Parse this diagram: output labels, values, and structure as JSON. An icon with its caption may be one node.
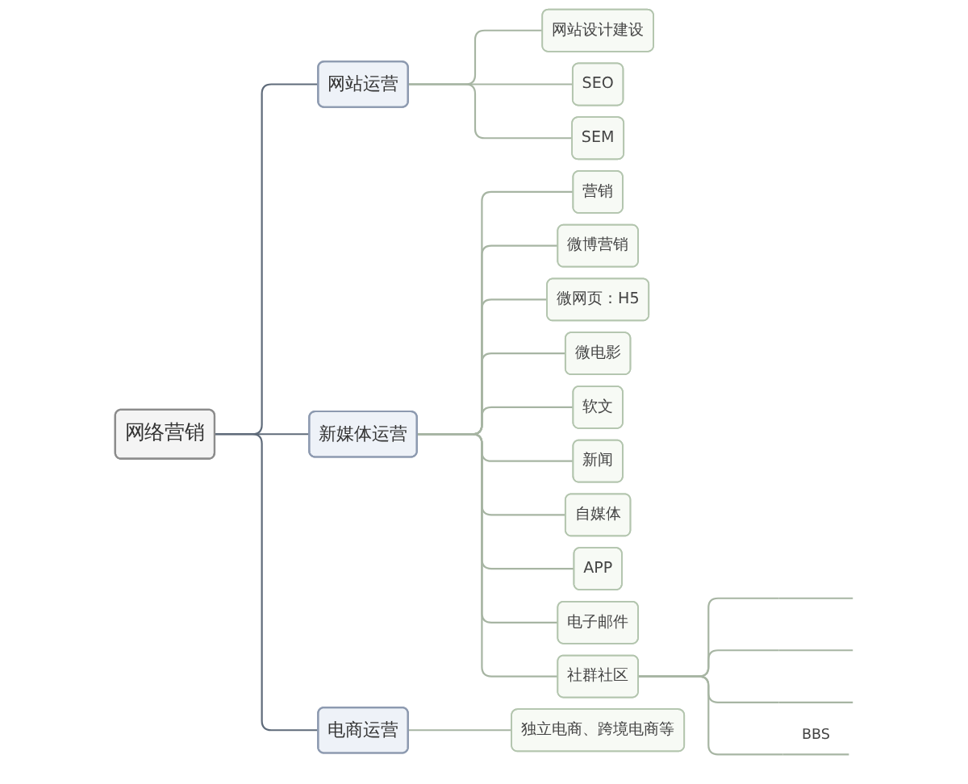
{
  "diagram": {
    "nodes": [
      {
        "text": [
          "网络营销"
        ]
      },
      {
        "text": [
          "网站运营"
        ]
      },
      {
        "text": [
          "网站设计建设"
        ]
      },
      {
        "text": [
          "SEO"
        ]
      },
      {
        "text": [
          "SEM"
        ]
      },
      {
        "text": [
          "新媒体运营"
        ]
      },
      {
        "text": [
          "营销"
        ]
      },
      {
        "text": [
          "微博营销"
        ]
      },
      {
        "text": [
          "微网页：H5"
        ]
      },
      {
        "text": [
          "微电影"
        ]
      },
      {
        "text": [
          "软文"
        ]
      },
      {
        "text": [
          "新闻"
        ]
      },
      {
        "text": [
          "自媒体"
        ]
      },
      {
        "text": [
          "APP"
        ]
      },
      {
        "text": [
          "电子邮件"
        ]
      },
      {
        "text": [
          "社群社区"
        ]
      },
      {
        "text": [],
        "shape": "line"
      },
      {
        "text": [],
        "shape": "line"
      },
      {
        "text": [],
        "shape": "line"
      },
      {
        "text": [
          "BBS"
        ]
      },
      {
        "text": [
          "电商运营"
        ]
      },
      {
        "text": [
          "独立电商、跨境电商等"
        ]
      }
    ],
    "edges": [
      {
        "from": 0,
        "to": 1,
        "arrow": "none",
        "color": "#5f6b7a"
      },
      {
        "from": 1,
        "to": 2,
        "arrow": "none"
      },
      {
        "from": 1,
        "to": 3,
        "arrow": "none"
      },
      {
        "from": 1,
        "to": 4,
        "arrow": "none"
      },
      {
        "from": 0,
        "to": 5,
        "arrow": "none",
        "color": "#5f6b7a"
      },
      {
        "from": 5,
        "to": 6,
        "arrow": "none"
      },
      {
        "from": 5,
        "to": 7,
        "arrow": "none"
      },
      {
        "from": 5,
        "to": 8,
        "arrow": "none"
      },
      {
        "from": 5,
        "to": 9,
        "arrow": "none"
      },
      {
        "from": 5,
        "to": 10,
        "arrow": "none"
      },
      {
        "from": 5,
        "to": 11,
        "arrow": "none"
      },
      {
        "from": 5,
        "to": 12,
        "arrow": "none"
      },
      {
        "from": 5,
        "to": 13,
        "arrow": "none"
      },
      {
        "from": 5,
        "to": 14,
        "arrow": "none"
      },
      {
        "from": 5,
        "to": 15,
        "arrow": "none"
      },
      {
        "from": 15,
        "to": 16,
        "arrow": "none"
      },
      {
        "from": 15,
        "to": 17,
        "arrow": "none"
      },
      {
        "from": 15,
        "to": 18,
        "arrow": "none"
      },
      {
        "from": 15,
        "to": 19,
        "arrow": "none"
      },
      {
        "from": 0,
        "to": 20,
        "arrow": "none",
        "color": "#5f6b7a"
      },
      {
        "from": 20,
        "to": 21,
        "arrow": "none"
      }
    ]
  }
}
